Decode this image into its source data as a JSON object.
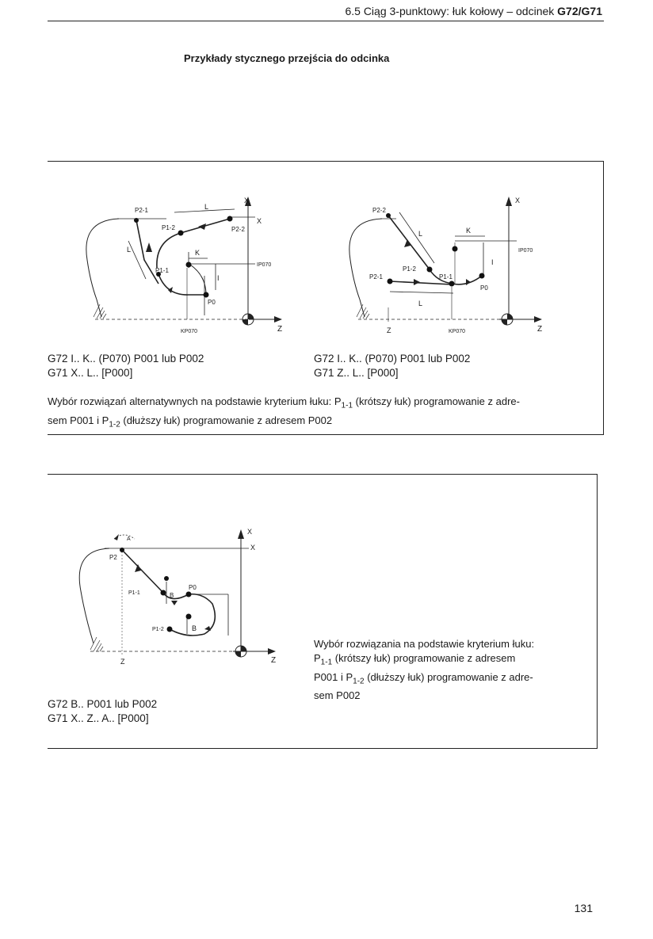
{
  "header": {
    "text": "6.5 Ciąg 3-punktowy: łuk kołowy – odcinek ",
    "bold": "G72/G71"
  },
  "title": "Przykłady stycznego przejścia do odcinka",
  "section1": {
    "left_code": [
      "G72 I.. K.. (P070) P001 lub P002",
      "G71 X.. L.. [P000]"
    ],
    "right_code": [
      "G72 I.. K.. (P070) P001 lub P002",
      "G71 Z.. L.. [P000]"
    ],
    "paragraph": {
      "a": "Wybór rozwiązań alternatywnych na podstawie kryterium łuku: P",
      "sub1": "1-1",
      "b": " (krótszy łuk) programowanie z adre-",
      "c": "sem P001 i P",
      "sub2": "1-2",
      "d": " (dłuższy łuk) programowanie z adresem P002"
    },
    "fig1": {
      "x": "X",
      "z": "Z",
      "l": "L",
      "k": "K",
      "i": "I",
      "p21": "P2-1",
      "p12": "P1-2",
      "p22": "P2-2",
      "p11": "P1-1",
      "p0": "P0",
      "ip070": "IP070",
      "kp070": "KP070"
    },
    "fig2": {
      "x": "X",
      "z": "Z",
      "zl": "Z",
      "l": "L",
      "l2": "L",
      "k": "K",
      "i": "I",
      "p22": "P2-2",
      "p12": "P1-2",
      "p21": "P2-1",
      "p11": "P1-1",
      "p0": "P0",
      "ip070": "IP070",
      "kp070": "KP070"
    }
  },
  "section2": {
    "code": [
      "G72 B.. P001 lub P002",
      "G71 X.. Z.. A.. [P000]"
    ],
    "paragraph": {
      "a": "Wybór rozwiązania na podstawie kryterium łuku:",
      "b": "P",
      "sub1": "1-1",
      "c": " (krótszy łuk) programowanie z adresem",
      "d": "P001 i P",
      "sub2": "1-2",
      "e": " (dłuższy łuk) programowanie z adre-",
      "f": "sem P002"
    },
    "fig3": {
      "x": "X",
      "x2": "X",
      "z": "Z",
      "zl": "Z",
      "a": "A",
      "b": "B",
      "b2": "B",
      "p2": "P2",
      "p11": "P1-1",
      "p12": "P1-2",
      "p0": "P0"
    }
  },
  "page_number": "131"
}
